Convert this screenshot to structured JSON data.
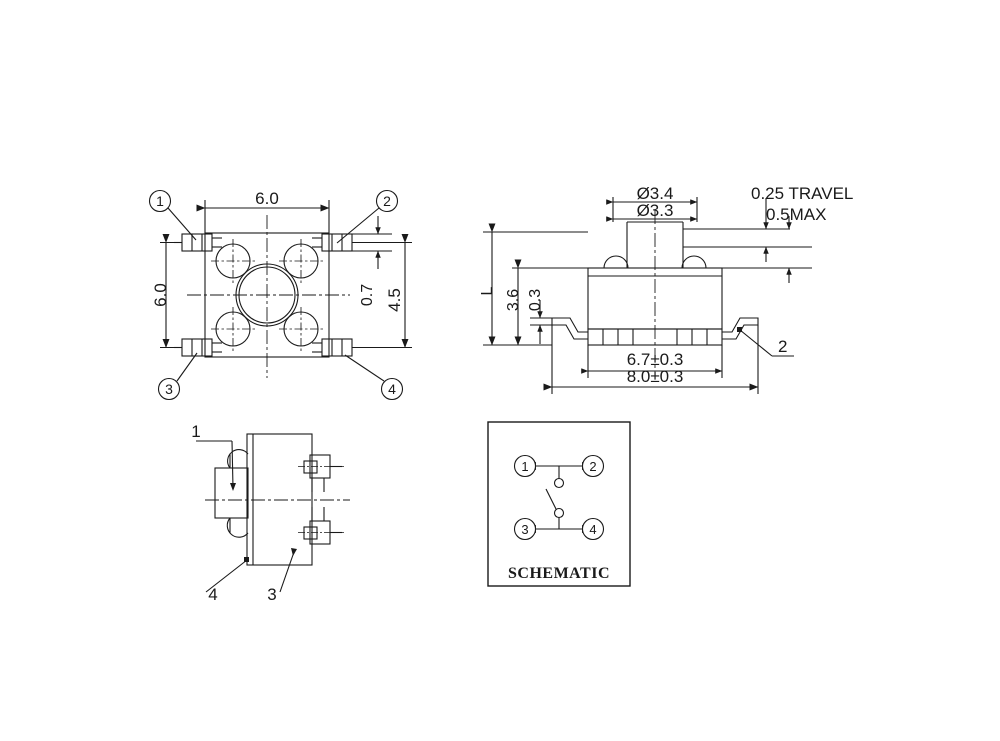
{
  "document": {
    "type": "mechanical-drawing",
    "subject": "tactile push switch",
    "background_color": "#ffffff",
    "line_color": "#1a1a1a"
  },
  "views": {
    "top": {
      "name": "top-view",
      "dimensions": {
        "width_label": "6.0",
        "height_label": "6.0",
        "terminal_width_label": "0.7",
        "terminal_span_label": "4.5"
      },
      "pin_callouts": [
        {
          "id": "1",
          "label": "1",
          "position": "top-left"
        },
        {
          "id": "2",
          "label": "2",
          "position": "top-right"
        },
        {
          "id": "3",
          "label": "3",
          "position": "bottom-left"
        },
        {
          "id": "4",
          "label": "4",
          "position": "bottom-right"
        }
      ]
    },
    "front": {
      "name": "front-view",
      "dimensions": {
        "plunger_outer_label": "Ø3.4",
        "plunger_inner_label": "Ø3.3",
        "travel_label": "0.25 TRAVEL",
        "max_label": "0.5MAX",
        "total_height_label": "L",
        "body_height_label": "3.6",
        "lead_height_label": "0.3",
        "body_width_label": "6.7±0.3",
        "overall_width_label": "8.0±0.3",
        "lead_callout_label": "2"
      }
    },
    "side": {
      "name": "side-view",
      "callouts": [
        {
          "id": "1",
          "label": "1"
        },
        {
          "id": "4",
          "label": "4"
        },
        {
          "id": "3",
          "label": "3"
        }
      ]
    },
    "schematic": {
      "name": "schematic-view",
      "title": "SCHEMATIC",
      "terminals": [
        {
          "id": "1",
          "label": "1"
        },
        {
          "id": "2",
          "label": "2"
        },
        {
          "id": "3",
          "label": "3"
        },
        {
          "id": "4",
          "label": "4"
        }
      ]
    }
  }
}
